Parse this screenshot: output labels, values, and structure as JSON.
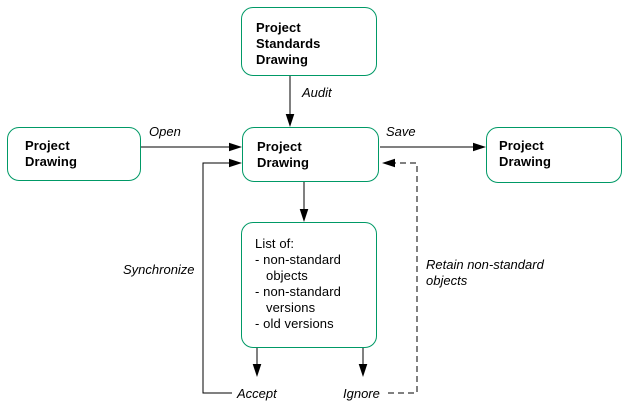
{
  "diagram": {
    "boxes": {
      "standards": {
        "line1": "Project",
        "line2": "Standards",
        "line3": "Drawing"
      },
      "source": {
        "line1": "Project",
        "line2": "Drawing"
      },
      "working": {
        "line1": "Project",
        "line2": "Drawing"
      },
      "saved": {
        "line1": "Project",
        "line2": "Drawing"
      },
      "list": {
        "lines": [
          "List of:",
          "- non-standard",
          "objects",
          "- non-standard",
          "versions",
          "- old versions"
        ]
      }
    },
    "labels": {
      "open": "Open",
      "audit": "Audit",
      "save": "Save",
      "synchronize": "Synchronize",
      "accept": "Accept",
      "ignore": "Ignore",
      "retain": {
        "line1": "Retain non-standard",
        "line2": "objects"
      }
    },
    "colors": {
      "box_border": "#009966",
      "arrow": "#000000",
      "text": "#000000",
      "background": "#ffffff"
    }
  }
}
